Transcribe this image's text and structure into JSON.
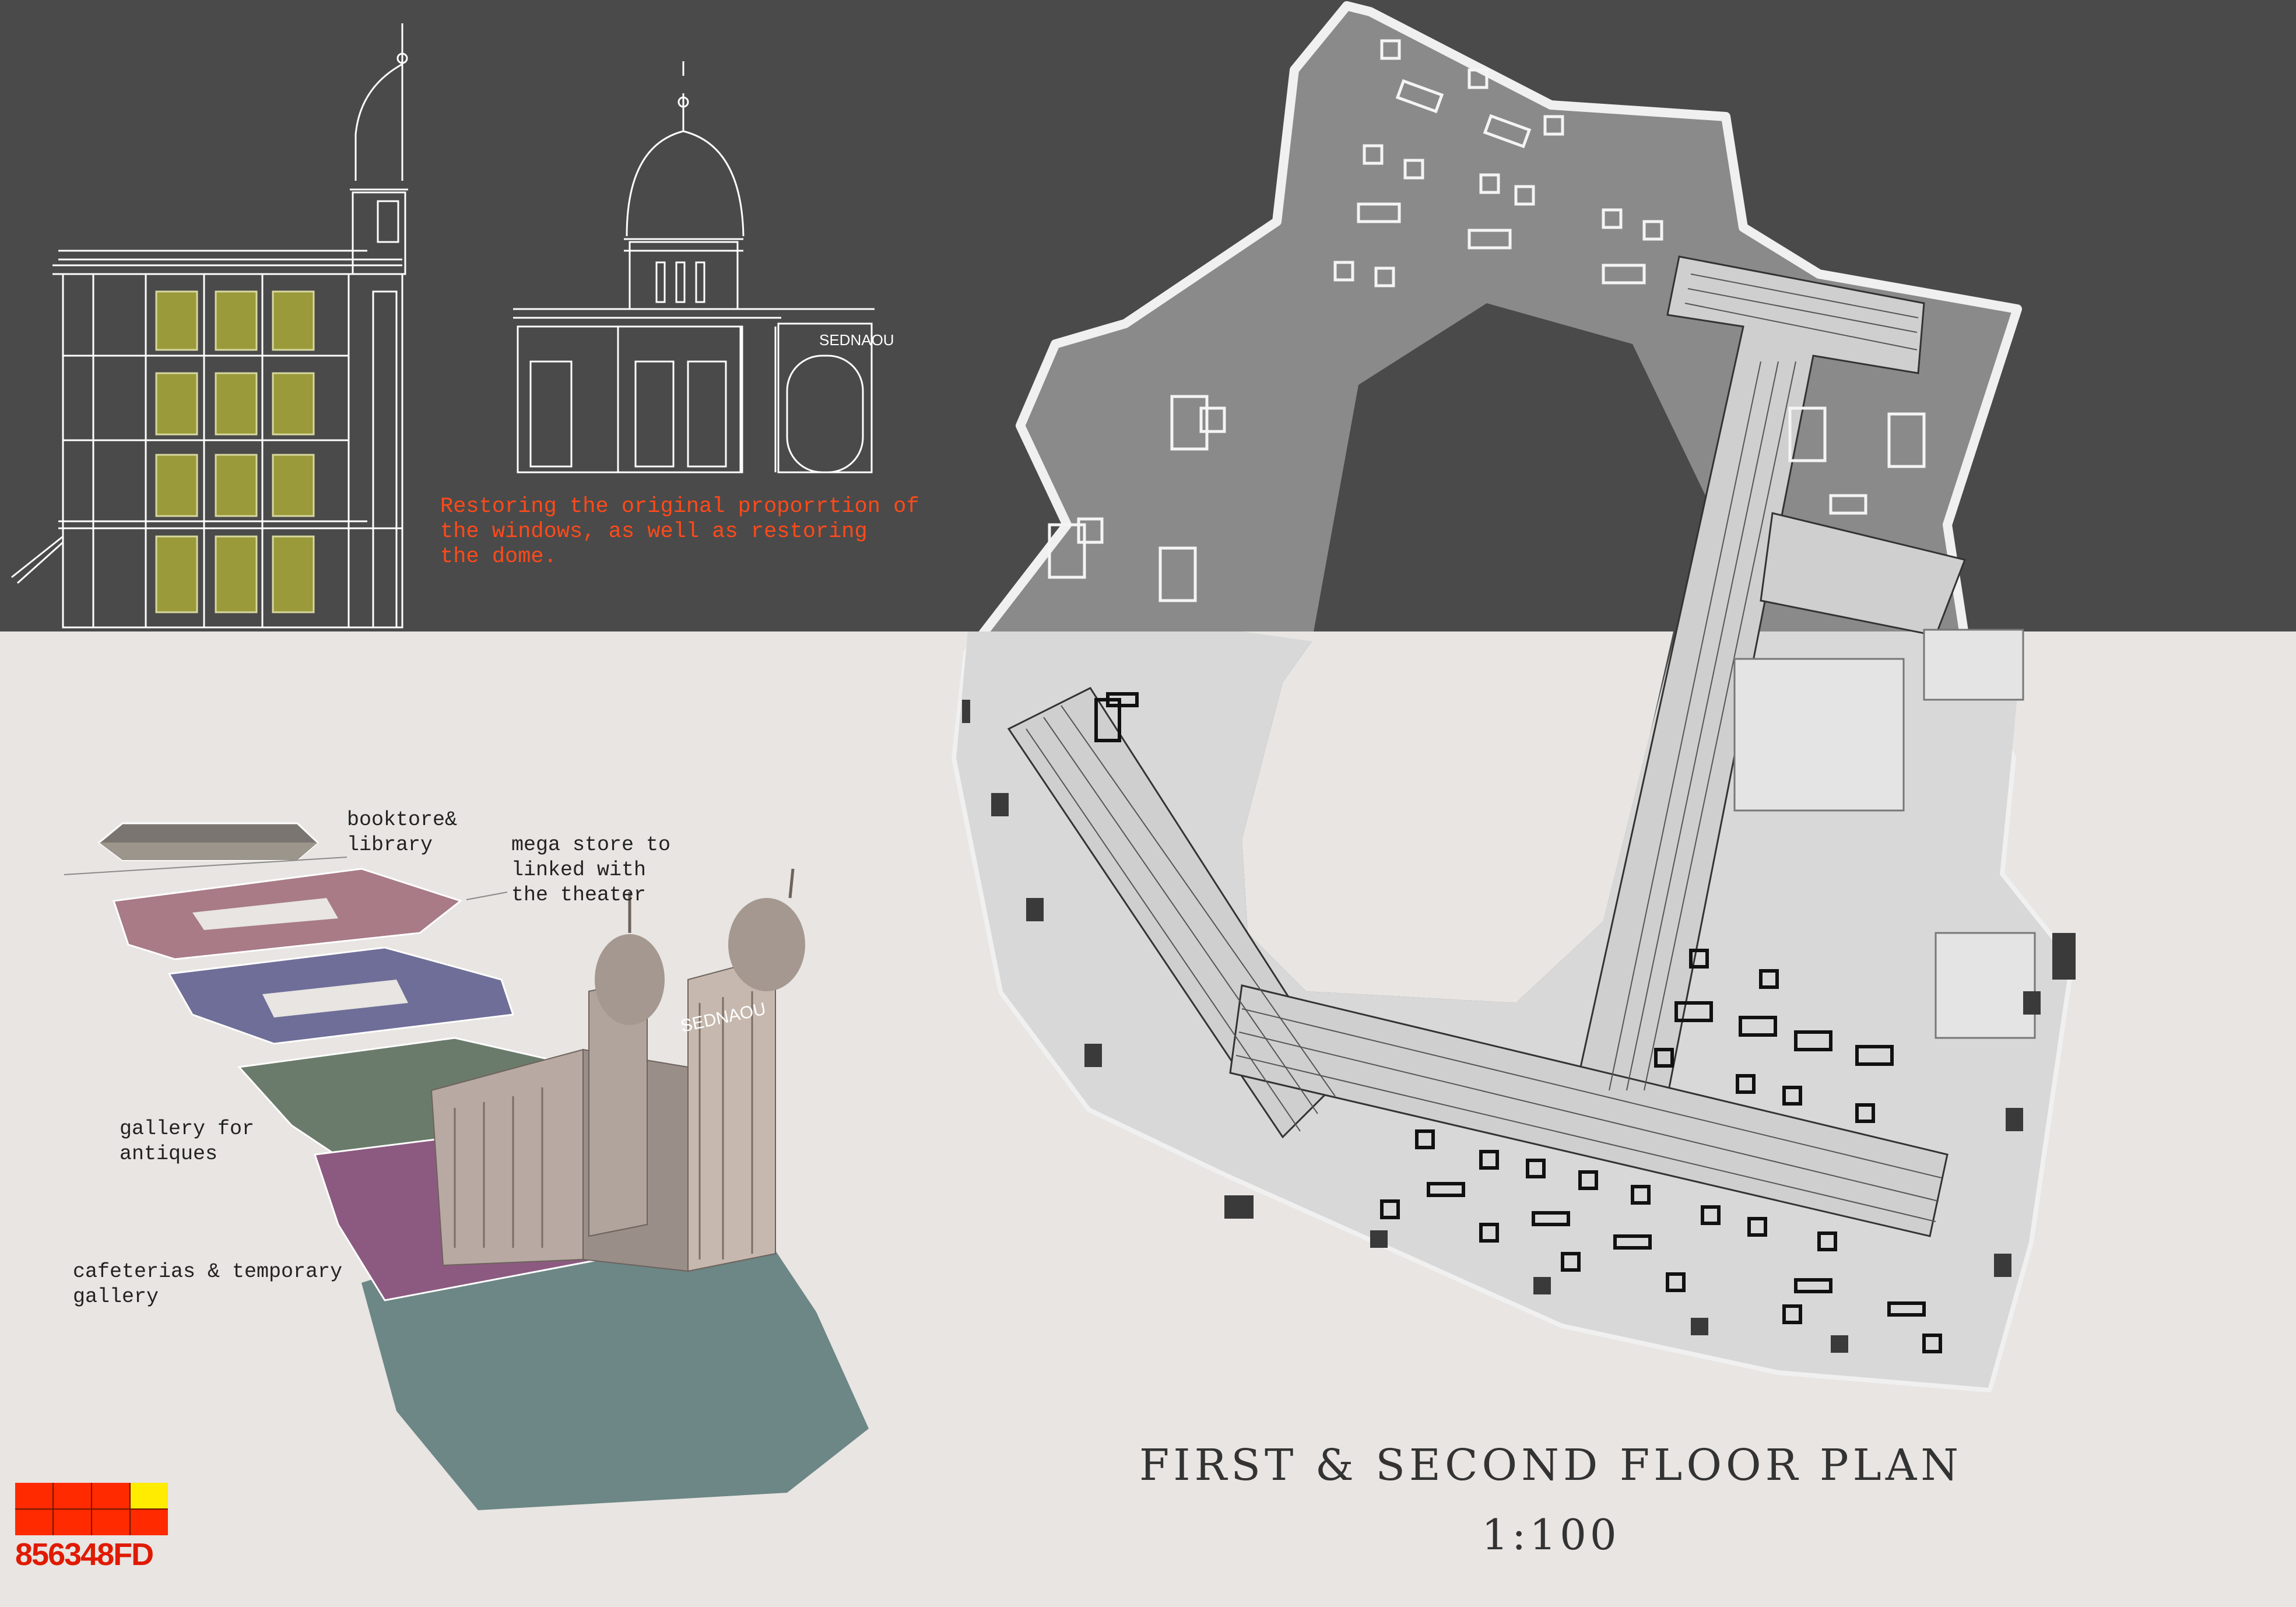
{
  "elevation_note": "Restoring the original proporrtion of\nthe windows, as well as restoring\nthe dome.",
  "storefront_sign": "SEDNAOU",
  "model_sign": "SEDNAOU",
  "levels": [
    {
      "label": "booktore&\nlibrary"
    },
    {
      "label": "mega store to\nlinked with\nthe theater"
    },
    {
      "label": "gallery for\nantiques"
    },
    {
      "label": "cafeterias & temporary\ngallery"
    }
  ],
  "plan": {
    "title": "FIRST & SECOND FLOOR PLAN",
    "scale": "1:100"
  },
  "logo": {
    "code": "856348FD",
    "colors": {
      "red": "#ff2a00",
      "yellow": "#ffec00"
    }
  },
  "colors": {
    "band_dark": "#4a4a4a",
    "band_light": "#e8e5e2",
    "note_orange": "#ff4a1a",
    "window_fill": "#9a9a3a",
    "floor_pink": "#a87b86",
    "floor_purple": "#6e6e98",
    "floor_green": "#6b7b6b",
    "floor_magenta": "#8c5a80"
  }
}
